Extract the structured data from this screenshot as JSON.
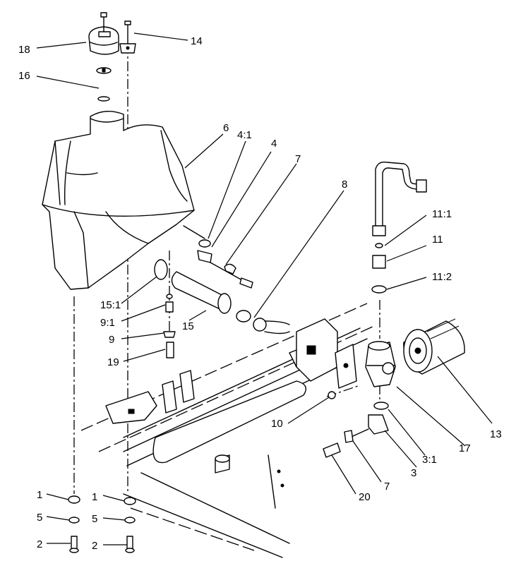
{
  "callouts": {
    "c18": "18",
    "c14": "14",
    "c16": "16",
    "c6": "6",
    "c4_1": "4:1",
    "c4": "4",
    "c7a": "7",
    "c8": "8",
    "c11_1": "11:1",
    "c11": "11",
    "c11_2": "11:2",
    "c15_1": "15:1",
    "c9_1": "9:1",
    "c9": "9",
    "c15": "15",
    "c19": "19",
    "c10": "10",
    "c13": "13",
    "c17": "17",
    "c3_1": "3:1",
    "c3": "3",
    "c7b": "7",
    "c20": "20",
    "c1a": "1",
    "c1b": "1",
    "c5a": "5",
    "c5b": "5",
    "c2a": "2",
    "c2b": "2"
  }
}
